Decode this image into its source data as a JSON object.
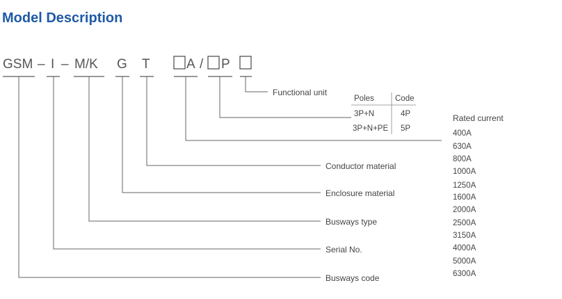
{
  "title": "Model Description",
  "model_code": {
    "busways_code": "GSM",
    "dash1": "–",
    "serial": "I",
    "dash2": "–",
    "type": "M/K",
    "enclosure": "G",
    "conductor": "T",
    "rated_suffix": "A",
    "slash": "/",
    "poles_suffix": "P"
  },
  "labels": {
    "functional_unit": "Functional unit",
    "conductor_material": "Conductor material",
    "enclosure_material": "Enclosure material",
    "busways_type": "Busways type",
    "serial_no": "Serial No.",
    "busways_code": "Busways code"
  },
  "poles_table": {
    "headers": [
      "Poles",
      "Code"
    ],
    "rows": [
      [
        "3P+N",
        "4P"
      ],
      [
        "3P+N+PE",
        "5P"
      ]
    ]
  },
  "rated_current": {
    "heading": "Rated current",
    "values": [
      "400A",
      "630A",
      "800A",
      "1000A",
      "1250A",
      "1600A",
      "2000A",
      "2500A",
      "3150A",
      "4000A",
      "5000A",
      "6300A"
    ]
  }
}
